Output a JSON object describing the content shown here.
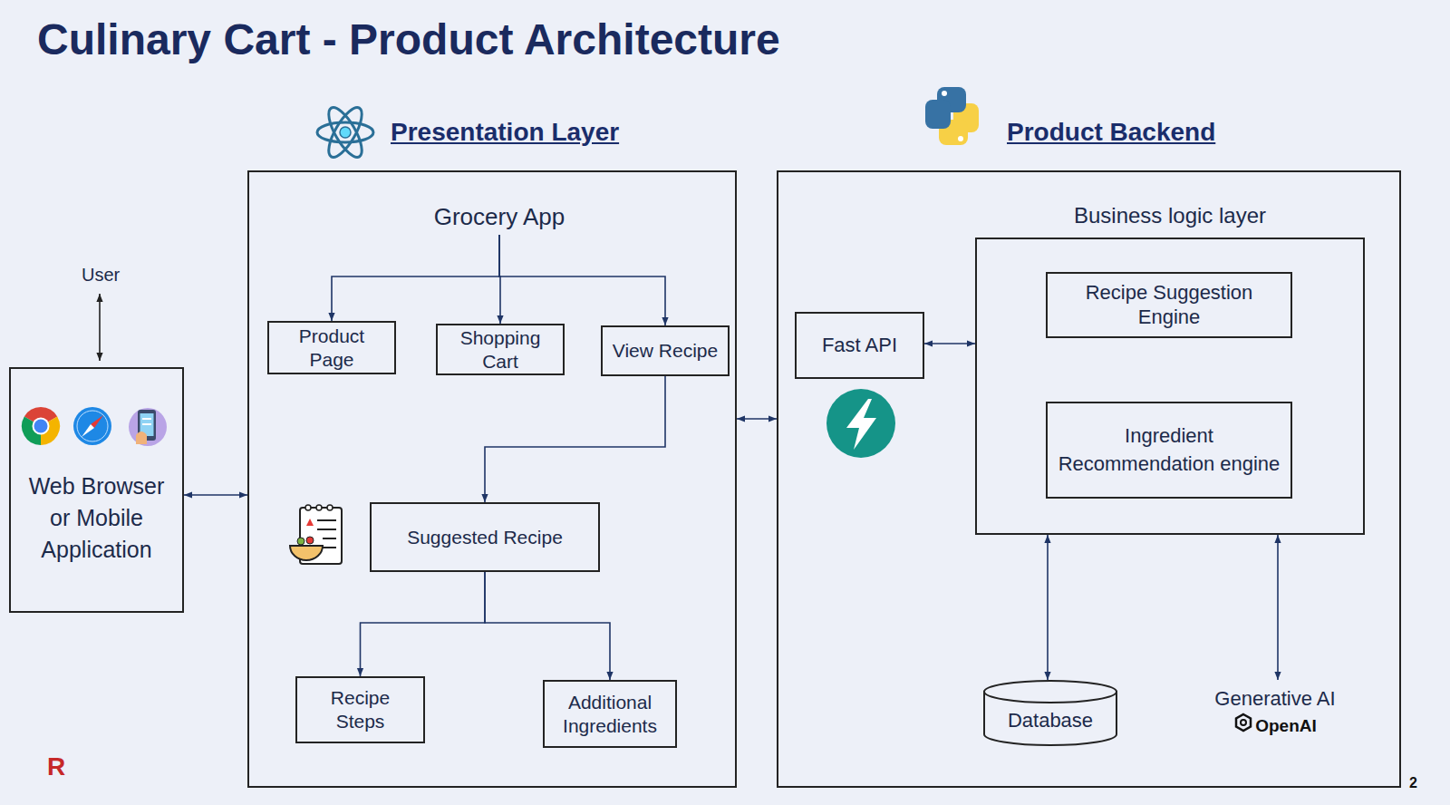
{
  "diagram": {
    "title": "Culinary Cart - Product Architecture",
    "nodes": [
      {
        "text": [
          "Web Browser or Mobile Application"
        ]
      },
      {
        "text": [
          "Presentation Layer",
          "Grocery App"
        ]
      },
      {
        "text": [
          "Product Page"
        ],
        "in": 1
      },
      {
        "text": [
          "Shopping Cart"
        ],
        "in": 1
      },
      {
        "text": [
          "View Recipe"
        ],
        "in": 1
      },
      {
        "text": [
          "Suggested Recipe"
        ],
        "in": 1
      },
      {
        "text": [
          "Recipe Steps"
        ],
        "in": 1
      },
      {
        "text": [
          "Additional Ingredients"
        ],
        "in": 1
      },
      {
        "text": [
          "Product Backend"
        ]
      },
      {
        "text": [
          "Fast API"
        ],
        "in": 8
      },
      {
        "text": [
          "Business logic layer"
        ],
        "in": 8
      },
      {
        "text": [
          "Recipe Suggestion Engine"
        ],
        "in": 10
      },
      {
        "text": [
          "Ingredient Recommendation engine"
        ],
        "in": 10
      },
      {
        "text": [
          "Database"
        ],
        "in": 8
      },
      {
        "text": [
          "Generative AI",
          "OpenAI"
        ],
        "in": 8
      }
    ],
    "edges": [
      {
        "from": 0,
        "to": 1,
        "arrow": "both"
      },
      {
        "from": 1,
        "to": 2,
        "arrow": "to"
      },
      {
        "from": 1,
        "to": 3,
        "arrow": "to"
      },
      {
        "from": 1,
        "to": 4,
        "arrow": "to"
      },
      {
        "from": 4,
        "to": 5,
        "arrow": "to"
      },
      {
        "from": 5,
        "to": 6,
        "arrow": "to"
      },
      {
        "from": 5,
        "to": 7,
        "arrow": "to"
      },
      {
        "from": 1,
        "to": 8,
        "arrow": "both"
      },
      {
        "from": 9,
        "to": 10,
        "arrow": "both"
      },
      {
        "from": 10,
        "to": 13,
        "arrow": "both"
      },
      {
        "from": 10,
        "to": 14,
        "arrow": "both"
      }
    ],
    "labels": [
      "User",
      "2",
      "R"
    ]
  }
}
